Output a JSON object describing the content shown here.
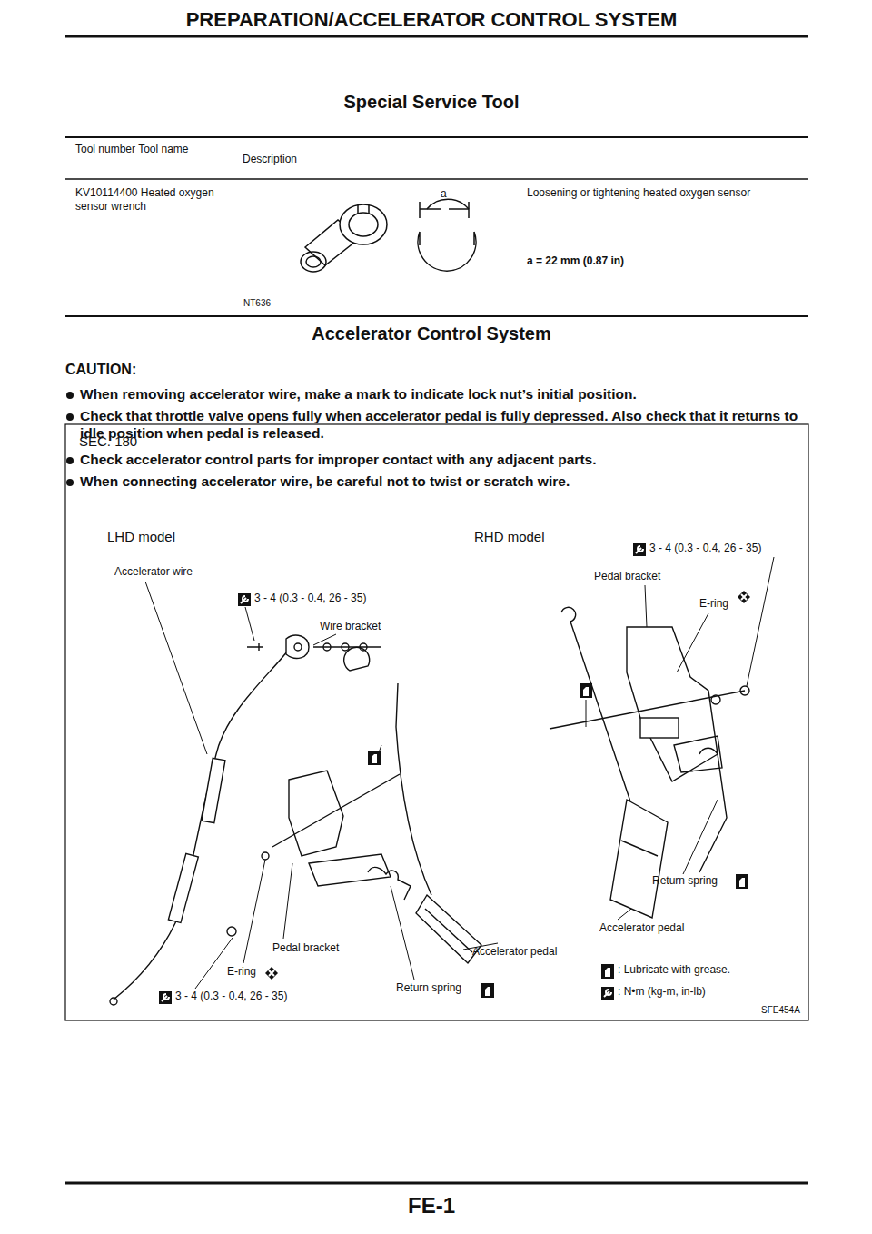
{
  "diagram": {
    "title": "PREPARATION/ACCELERATOR CONTROL SYSTEM",
    "labels": [
      "Special Service Tool",
      "Tool number Tool name",
      "Description",
      "KV10114400 Heated oxygen sensor wrench",
      "a",
      "NT636",
      "Loosening or tightening heated oxygen sensor",
      "a = 22 mm (0.87 in)",
      "Accelerator Control System",
      "CAUTION:",
      "When removing accelerator wire, make a mark to indicate lock nut’s initial position.",
      "Check that throttle valve opens fully when accelerator pedal is fully depressed. Also check that it returns to idle position when pedal is released.",
      "Check accelerator control parts for improper contact with any adjacent parts.",
      "When connecting accelerator wire, be careful not to twist or scratch wire.",
      "SEC. 180",
      "LHD model",
      "RHD model",
      "3 - 4 (0.3 - 0.4, 26 - 35)",
      "Accelerator wire",
      "3 - 4 (0.3 - 0.4, 26 - 35)",
      "Pedal bracket",
      "E-ring",
      "Wire bracket",
      "Pedal bracket",
      "E-ring",
      "3 - 4 (0.3 - 0.4, 26 - 35)",
      "Return spring",
      "Accelerator pedal",
      "Accelerator pedal",
      "Return spring",
      "SFE454A",
      "FE-1"
    ],
    "legend": [
      {
        "text": ": Lubricate with grease."
      },
      {
        "text": ": N•m (kg-m, in-lb)"
      }
    ]
  }
}
